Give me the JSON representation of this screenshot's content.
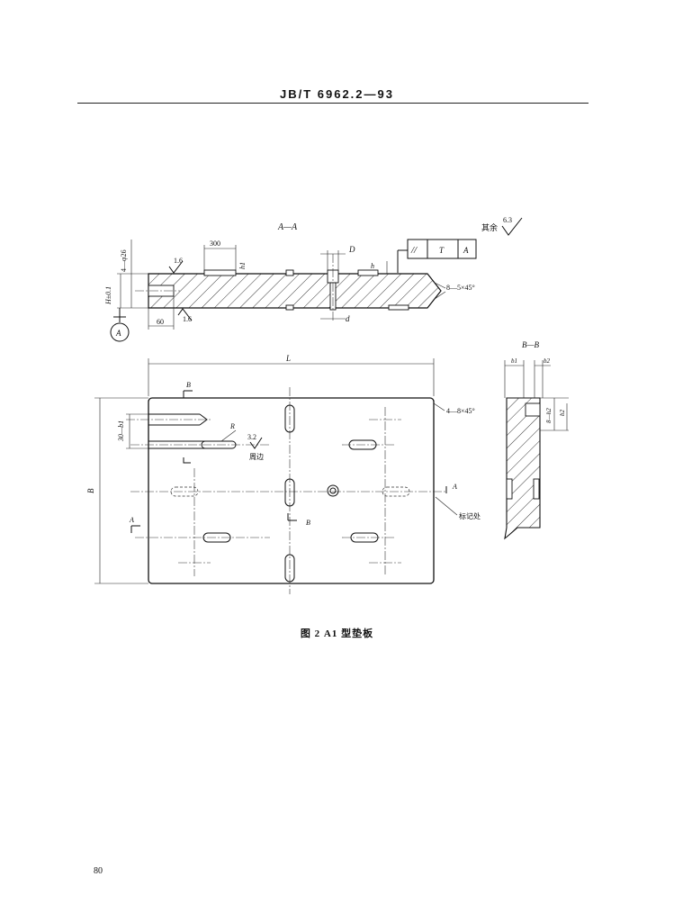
{
  "header": {
    "title": "JB/T 6962.2—93"
  },
  "drawing": {
    "section_aa_label": "A—A",
    "surface_remaining_label": "其余",
    "surface_remaining_value": "6.3",
    "dim_300": "300",
    "dim_4_phi26": "4—φ26",
    "dim_h_tol": "H±0.1",
    "roughness_top": "1.6",
    "roughness_bottom": "1.6",
    "dim_h1": "h1",
    "dim_60": "60",
    "datum_a": "A",
    "dim_d_upper": "D",
    "dim_d_lower": "d",
    "dim_h": "h",
    "tolerance_symbol": "//",
    "tolerance_value": "T",
    "tolerance_datum": "A",
    "chamfer_8": "8—5×45°",
    "dim_l": "L",
    "dim_b": "B",
    "section_b_marker": "B",
    "dim_r": "R",
    "roughness_32": "3.2",
    "periphery": "周边",
    "dim_30_b1": "30—b1",
    "chamfer_4": "4—8×45°",
    "section_a_marker": "A",
    "mark_location": "标记处",
    "section_bb_label": "B—B",
    "dim_b1_upper": "b1",
    "dim_b2_upper": "b2",
    "dim_8_h2": "8—h2",
    "dim_b2_side": "b2"
  },
  "caption": "图 2  A1 型垫板",
  "page_number": "80"
}
